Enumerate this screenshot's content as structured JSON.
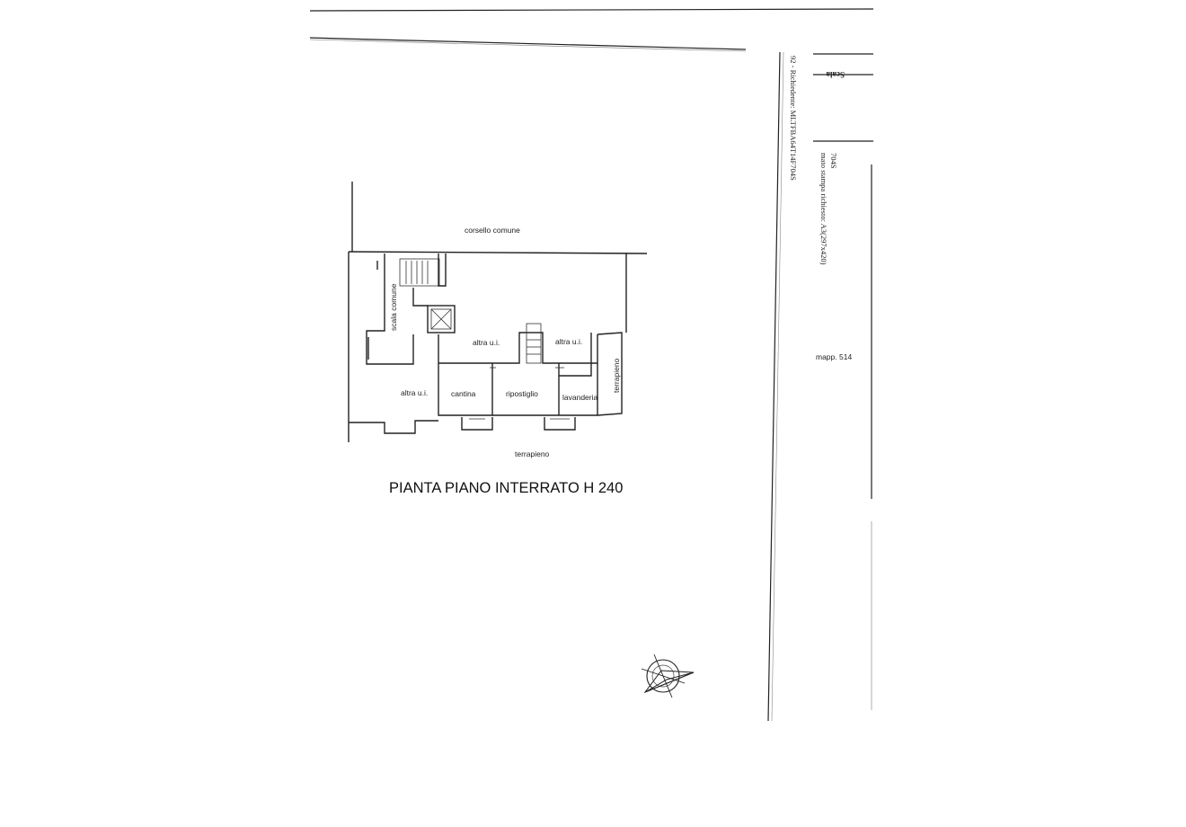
{
  "plan": {
    "title": "PIANTA PIANO INTERRATO H 240",
    "rooms": {
      "corsello": "corsello comune",
      "scala": "scala comune",
      "altra_left": "altra u.i.",
      "altra_mid": "altra u.i.",
      "altra_right": "altra u.i.",
      "cantina": "cantina",
      "ripostiglio": "ripostiglio",
      "lavanderia": "lavanderia",
      "terrapieno_bottom": "terrapieno",
      "terrapieno_side": "terrapieno"
    }
  },
  "margin": {
    "richiedente": "92 - Richiedente: MLTFBA64T14F704S",
    "code_fragment": "704S",
    "formato": "mato stampa richiesto: A3(297x420)",
    "scala": "Scala",
    "mapp": "mapp. 514"
  },
  "icons": {
    "north_arrow": "compass-rose-icon"
  }
}
